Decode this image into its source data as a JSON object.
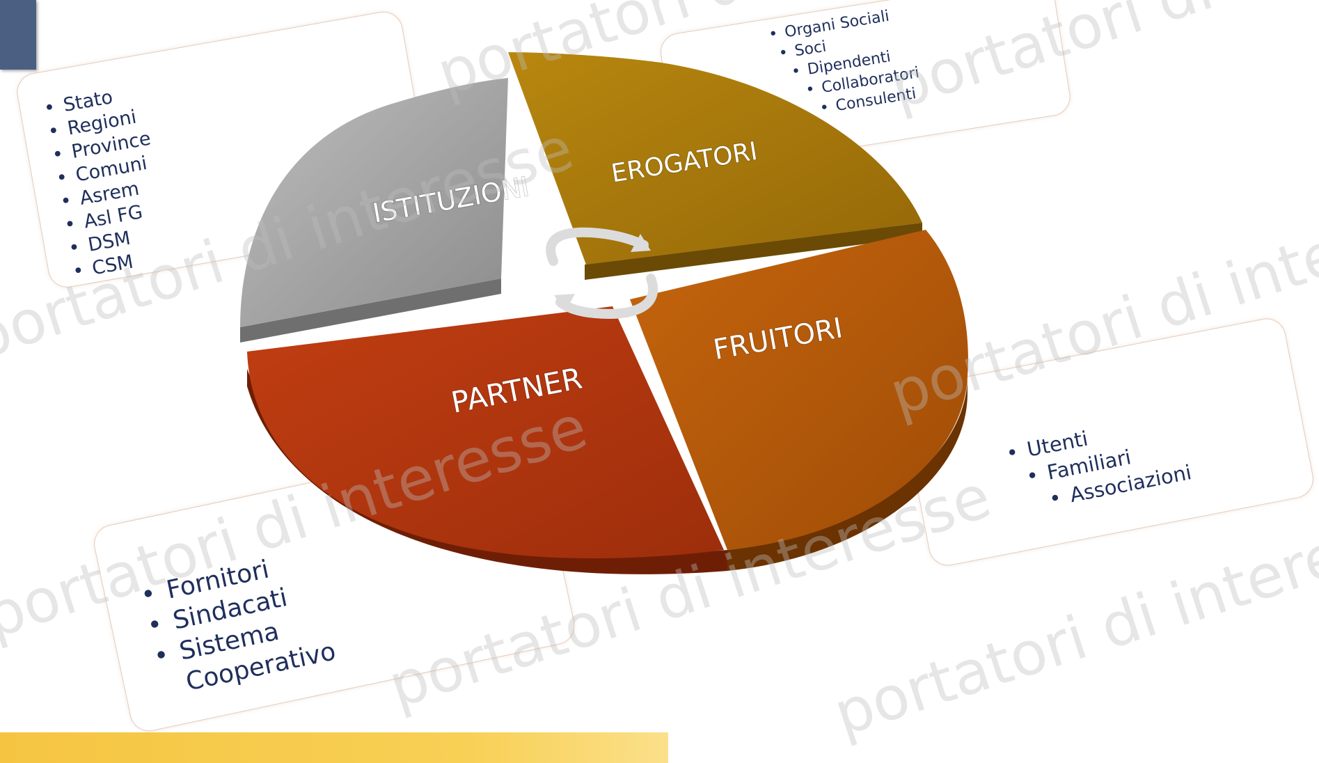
{
  "diagram": {
    "sectors": [
      {
        "label": "ISTITUZIONI",
        "color": "#9a9a9a"
      },
      {
        "label": "EROGATORI",
        "color": "#a87a14"
      },
      {
        "label": "FRUITORI",
        "color": "#b65a0c"
      },
      {
        "label": "PARTNER",
        "color": "#b33812"
      }
    ],
    "cycle_icon": "circular-arrows-icon"
  },
  "boxes": {
    "istituzioni": [
      "Stato",
      "Regioni",
      "Province",
      "Comuni",
      "Asrem",
      "Asl FG",
      "DSM",
      "CSM"
    ],
    "erogatori": [
      "Organi Sociali",
      "Soci",
      "Dipendenti",
      "Collaboratori",
      "Consulenti"
    ],
    "fruitori": [
      "Utenti",
      "Familiari",
      "Associazioni"
    ],
    "partner": [
      "Fornitori",
      "Sindacati",
      "Sistema Cooperativo"
    ]
  },
  "watermark": "portatori di interesse",
  "colors": {
    "text": "#1f2f5c",
    "box_border": "#e7cbb8",
    "tab": "#4a5f82",
    "bar": "#f5c542"
  }
}
